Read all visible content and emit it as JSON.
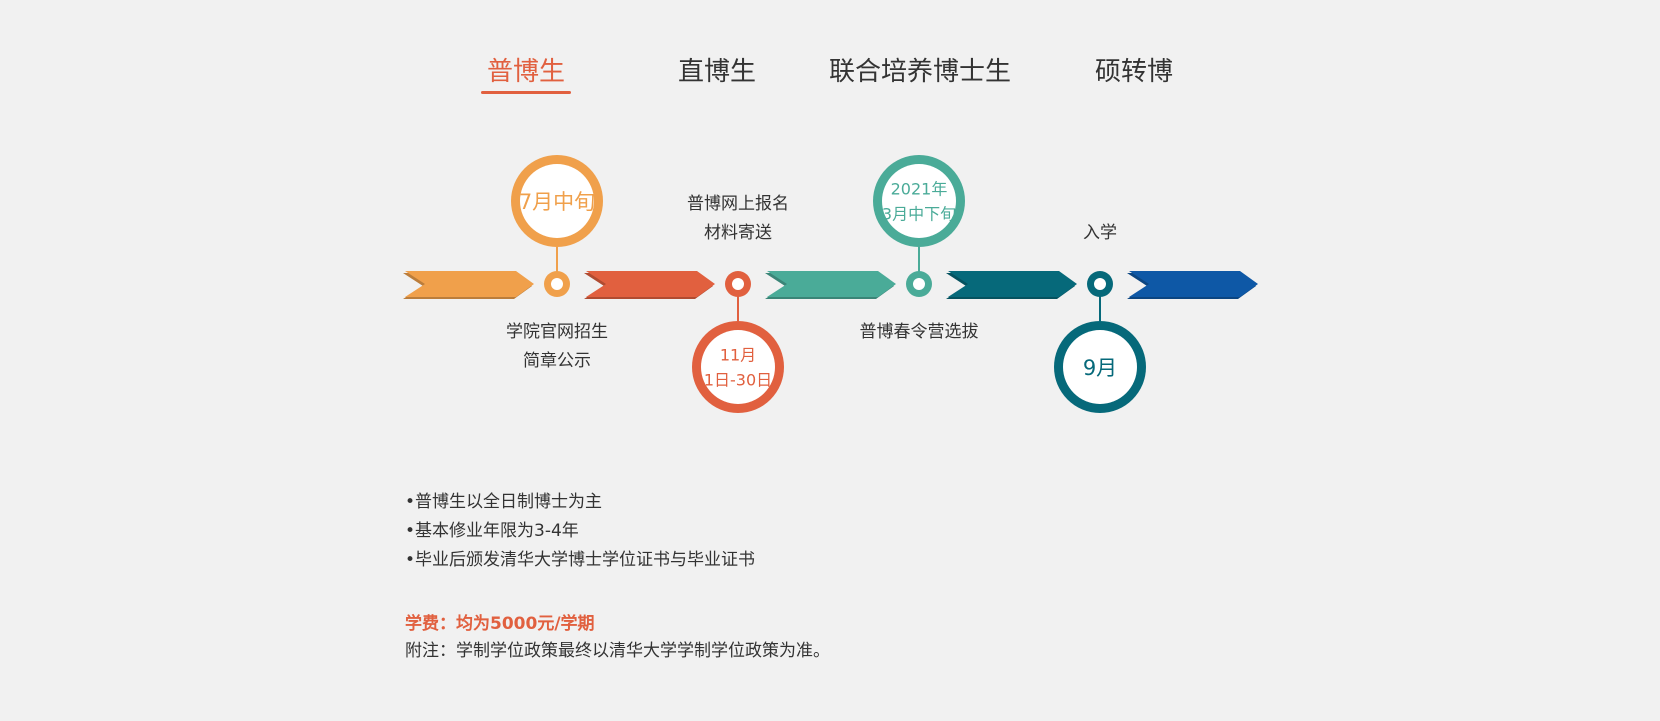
{
  "tabs": [
    {
      "label": "普博生",
      "active": true
    },
    {
      "label": "直博生",
      "active": false
    },
    {
      "label": "联合培养博士生",
      "active": false
    },
    {
      "label": "硕转博",
      "active": false
    }
  ],
  "colors": {
    "accent": "#e1603f",
    "orange": "#f0a04b",
    "red": "#e1603f",
    "teal": "#4aab98",
    "dark_teal": "#06697a",
    "blue": "#0e58a6"
  },
  "timeline": {
    "segments": [
      {
        "color": "#f0a04b"
      },
      {
        "color": "#e1603f"
      },
      {
        "color": "#4aab98"
      },
      {
        "color": "#06697a"
      },
      {
        "color": "#0e58a6"
      }
    ],
    "milestones": [
      {
        "color": "#f0a04b",
        "circle_position": "top",
        "circle_lines": [
          "7月中旬"
        ],
        "caption_position": "bottom",
        "caption_lines": [
          "学院官网招生",
          "简章公示"
        ]
      },
      {
        "color": "#e1603f",
        "circle_position": "bottom",
        "circle_lines": [
          "11月",
          "1日-30日"
        ],
        "caption_position": "top",
        "caption_lines": [
          "普博网上报名",
          "材料寄送"
        ]
      },
      {
        "color": "#4aab98",
        "circle_position": "top",
        "circle_lines": [
          "2021年",
          "3月中下旬"
        ],
        "caption_position": "bottom",
        "caption_lines": [
          "普博春令营选拔"
        ]
      },
      {
        "color": "#06697a",
        "circle_position": "bottom",
        "circle_lines": [
          "9月"
        ],
        "caption_position": "top",
        "caption_lines": [
          "入学"
        ]
      }
    ]
  },
  "notes": {
    "bullets": [
      "•普博生以全日制博士为主",
      "•基本修业年限为3-4年",
      "•毕业后颁发清华大学博士学位证书与毕业证书"
    ],
    "fee": "学费：均为5000元/学期",
    "footnote": "附注：学制学位政策最终以清华大学学制学位政策为准。"
  }
}
